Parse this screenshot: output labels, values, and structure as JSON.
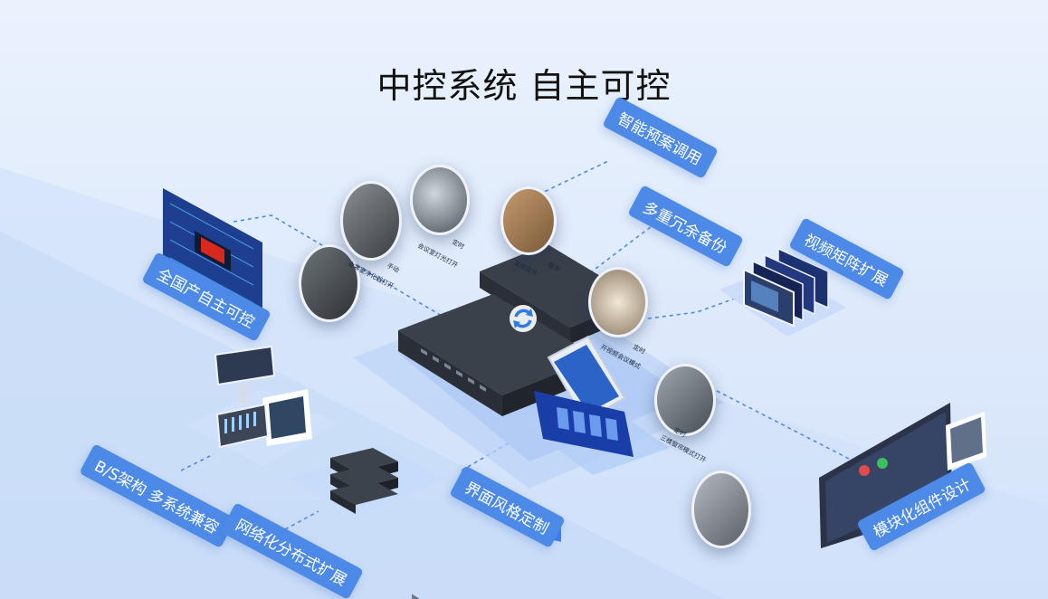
{
  "title": "中控系统 自主可控",
  "tags": {
    "smart_plan": "智能预案调用",
    "redundancy": "多重冗余备份",
    "matrix": "视频矩阵扩展",
    "domestic": "全国产自主可控",
    "bs_arch": "B/S架构 多系统兼容",
    "network": "网络化分布式扩展",
    "ui_custom": "界面风格定制",
    "modular": "模块化组件设计"
  },
  "scene_captions": {
    "c1": "会客室净化器打开",
    "c1_mode": "手动",
    "c2": "会议室灯光打开",
    "c2_mode": "定时",
    "c3": "温度调节",
    "c3_mode": "触发",
    "c4": "开视频会议模式",
    "c4_mode": "定时",
    "c5": "三楼窗帘模式打开",
    "c5_mode": "定时"
  },
  "colors": {
    "accent": "#4d8ae8",
    "device": "#2b3038",
    "platform": "#b9d2f6",
    "background": "#e3edfc"
  },
  "icons": [
    "chip-flag-board-icon",
    "refresh-sync-icon",
    "touch-screen-icon",
    "server-rack-icon",
    "tablet-icon",
    "display-stack-icon"
  ]
}
